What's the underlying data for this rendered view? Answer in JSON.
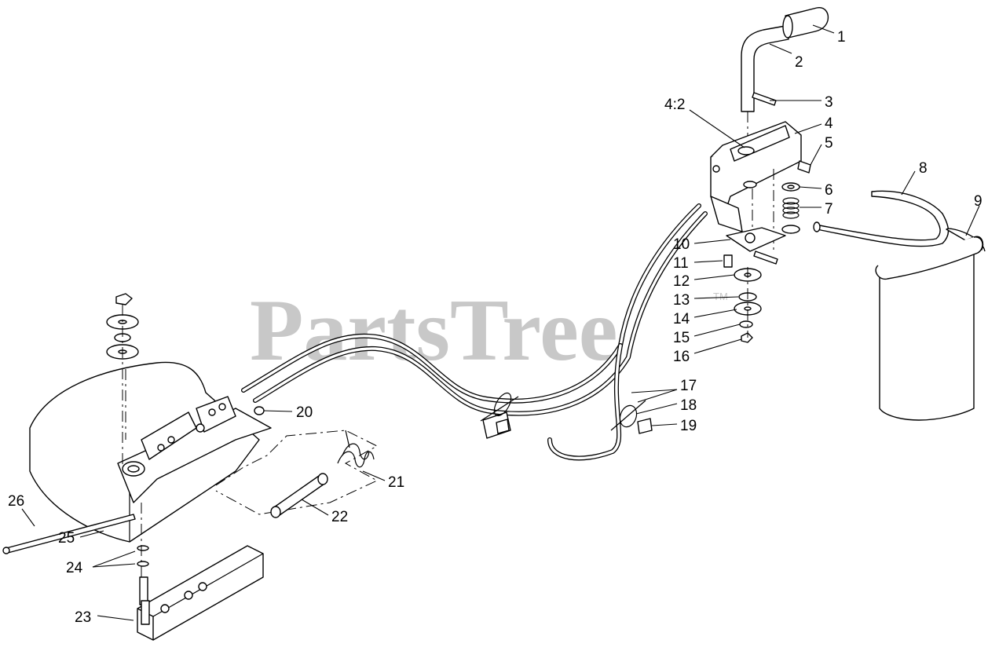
{
  "watermark": {
    "text": "PartsTree",
    "trademark": "TM"
  },
  "callouts": [
    {
      "id": "1",
      "label": "1"
    },
    {
      "id": "2",
      "label": "2"
    },
    {
      "id": "3",
      "label": "3"
    },
    {
      "id": "4-2",
      "label": "4:2"
    },
    {
      "id": "4",
      "label": "4"
    },
    {
      "id": "5",
      "label": "5"
    },
    {
      "id": "6",
      "label": "6"
    },
    {
      "id": "7",
      "label": "7"
    },
    {
      "id": "8",
      "label": "8"
    },
    {
      "id": "9",
      "label": "9"
    },
    {
      "id": "10",
      "label": "10"
    },
    {
      "id": "11",
      "label": "11"
    },
    {
      "id": "12",
      "label": "12"
    },
    {
      "id": "13",
      "label": "13"
    },
    {
      "id": "14",
      "label": "14"
    },
    {
      "id": "15",
      "label": "15"
    },
    {
      "id": "16",
      "label": "16"
    },
    {
      "id": "17",
      "label": "17"
    },
    {
      "id": "18",
      "label": "18"
    },
    {
      "id": "19",
      "label": "19"
    },
    {
      "id": "20",
      "label": "20"
    },
    {
      "id": "21",
      "label": "21"
    },
    {
      "id": "22",
      "label": "22"
    },
    {
      "id": "23",
      "label": "23"
    },
    {
      "id": "24",
      "label": "24"
    },
    {
      "id": "25",
      "label": "25"
    },
    {
      "id": "26",
      "label": "26"
    }
  ],
  "colors": {
    "line": "#000000",
    "background": "#ffffff",
    "watermark": "#c8c8c8"
  }
}
